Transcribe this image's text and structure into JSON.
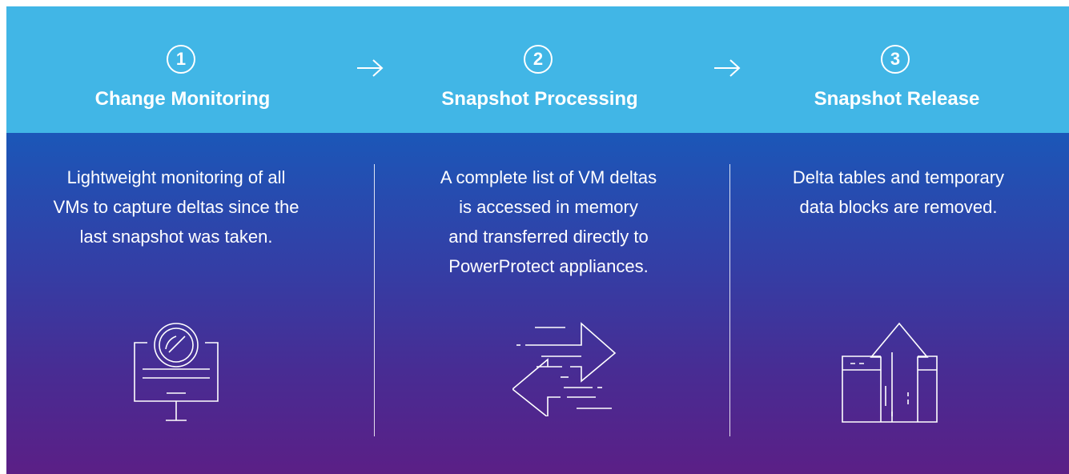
{
  "steps": [
    {
      "number": "1",
      "title": "Change Monitoring",
      "description_lines": [
        "Lightweight monitoring of all",
        "VMs to capture deltas since the",
        "last snapshot was taken."
      ],
      "icon": "monitor-gauge-icon"
    },
    {
      "number": "2",
      "title": "Snapshot Processing",
      "description_lines": [
        "A complete list of VM deltas",
        "is accessed in memory",
        "and transferred directly to",
        "PowerProtect appliances."
      ],
      "icon": "transfer-arrows-icon"
    },
    {
      "number": "3",
      "title": "Snapshot Release",
      "description_lines": [
        "Delta tables and temporary",
        "data blocks are removed."
      ],
      "icon": "window-upload-icon"
    }
  ],
  "colors": {
    "header": "#41b6e6",
    "gradient_top": "#1b57b8",
    "gradient_bottom": "#5b1f86",
    "text": "#ffffff"
  }
}
